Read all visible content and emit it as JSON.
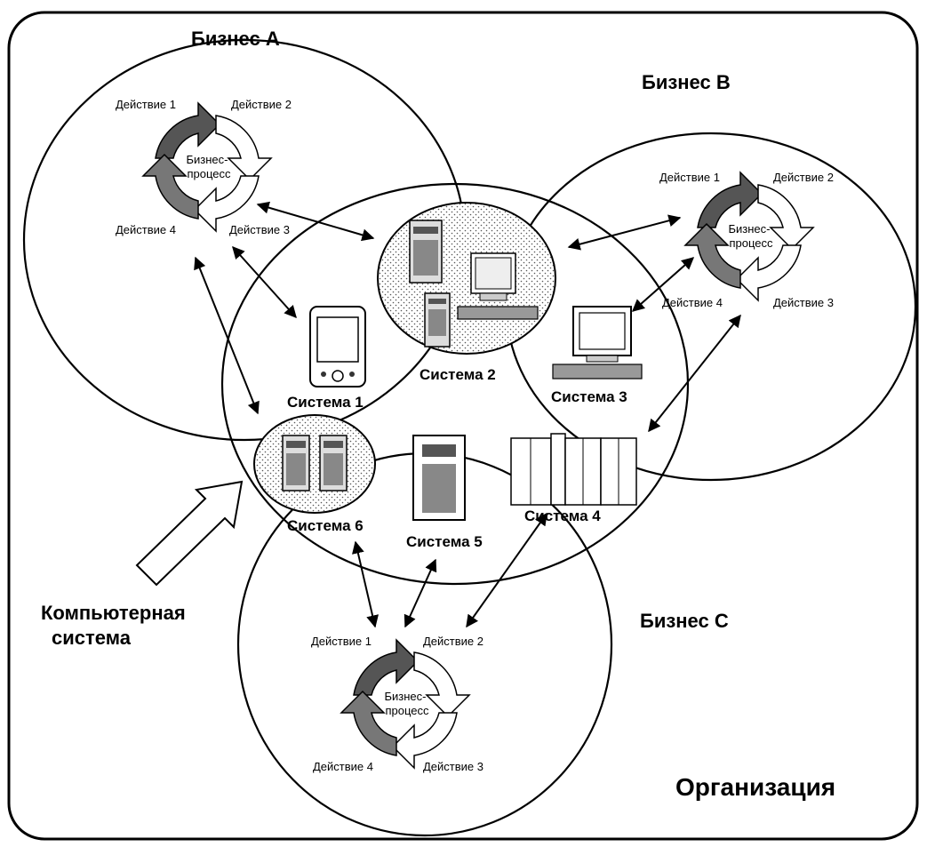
{
  "labels": {
    "business_a": "Бизнес А",
    "business_b": "Бизнес В",
    "business_c": "Бизнес С",
    "organization": "Организация",
    "computer_system_line1": "Компьютерная",
    "computer_system_line2": "система"
  },
  "systems": {
    "s1": "Система 1",
    "s2": "Система 2",
    "s3": "Система 3",
    "s4": "Система 4",
    "s5": "Система 5",
    "s6": "Система 6"
  },
  "cycles": {
    "a": {
      "act1": "Действие 1",
      "act2": "Действие 2",
      "act3": "Действие 3",
      "act4": "Действие 4",
      "proc1": "Бизнес-",
      "proc2": "процесс"
    },
    "b": {
      "act1": "Действие 1",
      "act2": "Действие 2",
      "act3": "Действие 3",
      "act4": "Действие 4",
      "proc1": "Бизнес-",
      "proc2": "процесс"
    },
    "c": {
      "act1": "Действие 1",
      "act2": "Действие 2",
      "act3": "Действие 3",
      "act4": "Действие 4",
      "proc1": "Бизнес-",
      "proc2": "процесс"
    }
  }
}
